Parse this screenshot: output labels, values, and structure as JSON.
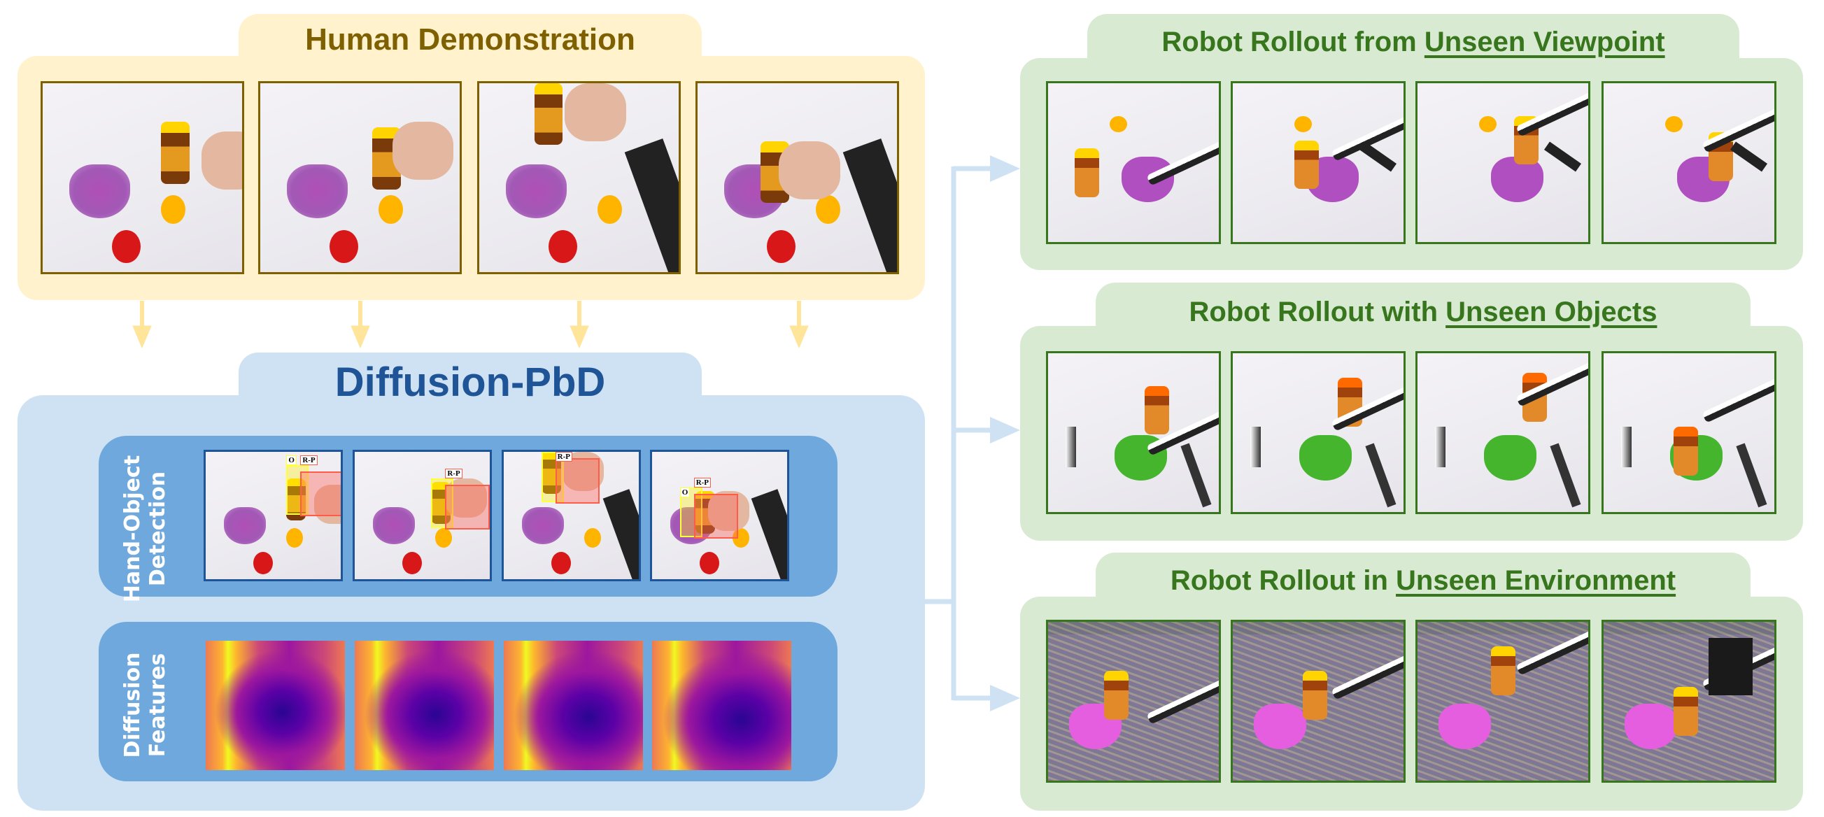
{
  "human_demo": {
    "title": "Human Demonstration",
    "color": "#7f6000",
    "frames": 4
  },
  "diffusion_pbd": {
    "title": "Diffusion-PbD",
    "color": "#1f5597",
    "hand_object": {
      "label_line1": "Hand-Object",
      "label_line2": "Detection",
      "box_labels": [
        "O",
        "R-P"
      ]
    },
    "features": {
      "label_line1": "Diffusion",
      "label_line2": "Features"
    }
  },
  "rollouts": [
    {
      "prefix": "Robot Rollout from ",
      "emphasis": "Unseen Viewpoint"
    },
    {
      "prefix": "Robot Rollout with ",
      "emphasis": "Unseen Objects"
    },
    {
      "prefix": "Robot Rollout in ",
      "emphasis": "Unseen Environment"
    }
  ],
  "colors": {
    "yellow_panel": "#fff2cc",
    "blue_panel": "#cfe2f3",
    "blue_inner": "#6fa8dc",
    "green_panel": "#d9ead3",
    "green_text": "#38761d",
    "arrow_yellow": "#ffe599",
    "arrow_blue": "#cfe2f3"
  }
}
